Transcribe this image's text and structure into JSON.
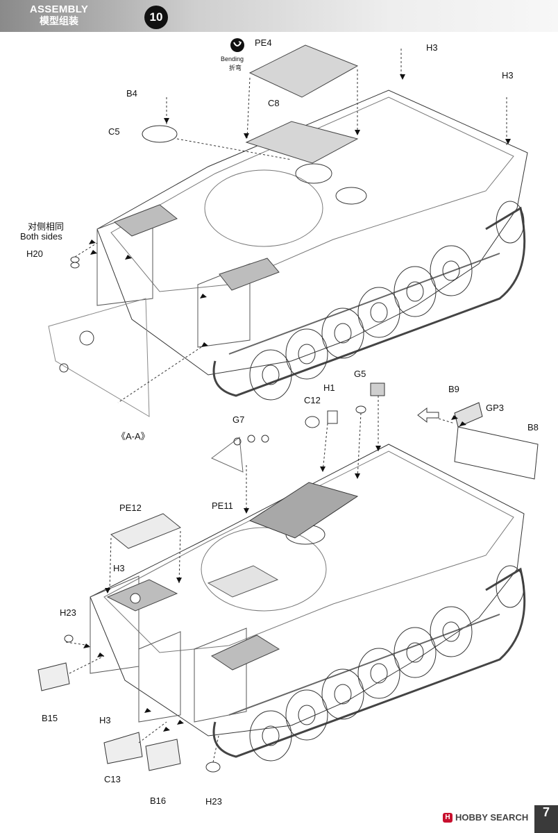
{
  "header": {
    "title_en": "ASSEMBLY",
    "title_zh": "模型组装",
    "step": "10"
  },
  "bending": {
    "label_en": "Bending",
    "label_zh": "折弯"
  },
  "upper_labels": {
    "PE4": "PE4",
    "H3_top": "H3",
    "H3_right": "H3",
    "B4": "B4",
    "C8": "C8",
    "C5": "C5",
    "both_zh": "对侧相同",
    "both_en": "Both sides",
    "H20": "H20",
    "A_A": "《A-A》"
  },
  "lower_labels": {
    "G5": "G5",
    "H1": "H1",
    "C12": "C12",
    "B9": "B9",
    "G7": "G7",
    "GP3": "GP3",
    "B8": "B8",
    "PE12": "PE12",
    "PE11": "PE11",
    "H3_mid": "H3",
    "H23_left": "H23",
    "B15": "B15",
    "H3_low": "H3",
    "C13": "C13",
    "B16": "B16",
    "H23_bottom": "H23"
  },
  "footer": {
    "logo_text": "HOBBY SEARCH",
    "logo_mark": "H",
    "page": "7"
  },
  "colors": {
    "header_dark": "#8a8a8a",
    "badge": "#111111",
    "logo_red": "#c8102e"
  },
  "icons": [
    "bending-icon",
    "arrow-icon"
  ]
}
